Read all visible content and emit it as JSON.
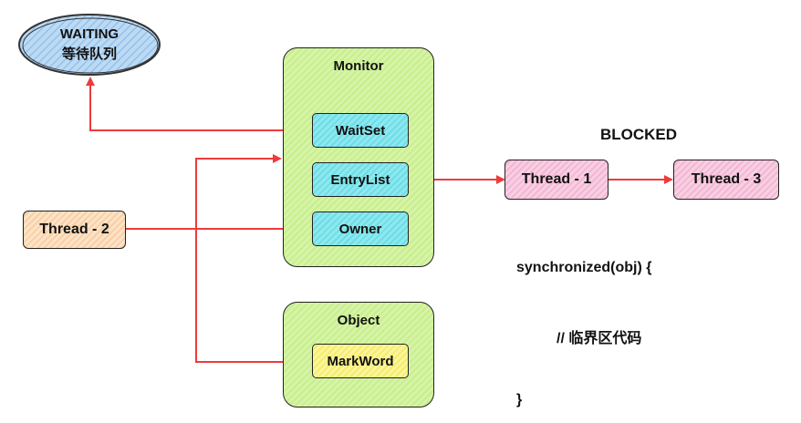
{
  "waiting": {
    "title": "WAITING",
    "subtitle": "等待队列"
  },
  "monitor": {
    "title": "Monitor",
    "waitset": "WaitSet",
    "entrylist": "EntryList",
    "owner": "Owner"
  },
  "object": {
    "title": "Object",
    "markword": "MarkWord"
  },
  "threads": {
    "t1": "Thread - 1",
    "t2": "Thread - 2",
    "t3": "Thread - 3"
  },
  "blocked_label": "BLOCKED",
  "code": {
    "line1": "synchronized(obj) {",
    "line2": "// 临界区代码",
    "line3": "}"
  },
  "colors": {
    "arrow": "#ee3b3b",
    "monitor_fill": "#d6f4a8",
    "cyan_fill": "#8ee8ef",
    "waiting_fill": "#a9d0f0",
    "thread2_fill": "#fde3c6",
    "blocked_fill": "#f8cfe3",
    "markword_fill": "#fbf59b"
  },
  "icons": {
    "connector": "arrowhead"
  }
}
